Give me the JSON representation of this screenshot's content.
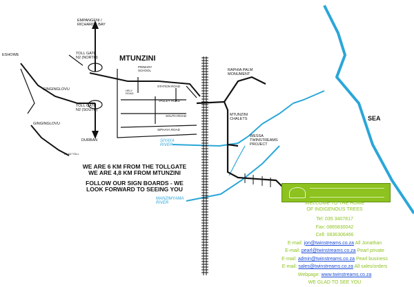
{
  "labels": {
    "empangeni": "EMPANGENI /\nRICHARDS BAY",
    "eshowe": "ESHOWE",
    "toll_north": "TOLL GATE\nN2 (NORTH)",
    "toll_south": "TOLL GATE\nN2 (SOUTH)",
    "gingindlovu_1": "GINGINGLOVU",
    "gingindlovu_2": "GINGINGLOVU",
    "durban": "DURBAN",
    "to_n2": "TO N2 TOLL",
    "mtunzini": "MTUNZINI",
    "primary_school": "PRIMARY\nSCHOOL",
    "station_road": "STATION ROAD",
    "valley_road": "VALLEY ROAD",
    "south_road": "SOUTH ROAD",
    "siphaya_road": "SIPHAYA ROAD",
    "hely_road": "HELY\nROAD",
    "raphia": "RAPHIA PALM\nMONUMENT",
    "chalets": "MTUNZINI\nCHALETS",
    "wessa": "WESSA\nTWINSTREAMS\nPROJECT",
    "sea": "SEA",
    "siyaya_river": "SIYAYA\nRIVER",
    "manzimyama_river": "MANZIMYAMA\nRIVER",
    "notice_1": "WE ARE 6 km FROM THE TOLLGATE\nWE ARE 4,8 km FROM MTUNZINI",
    "notice_2": "FOLLOW OUR SIGN BOARDS - WE\nLOOK FORWARD TO SEEING YOU"
  },
  "info": {
    "welcome": "WELCOME TO THE HOME\nOF INDIGENOUS TREES",
    "tel": "Tel: 035 3407817",
    "fax": "Fax: 0865830042",
    "cell": "Cell: 0836306466",
    "email_1_label": "E-mail:",
    "email_1": "jon@twinstreams.co.za",
    "email_1_note": "All Jonathan",
    "email_2_label": "E-mail:",
    "email_2": "pearl@twinstreams.co.za",
    "email_2_note": "Pearl private",
    "email_3_label": "E-mail:",
    "email_3": "admin@twinstreams.co.za",
    "email_3_note": "Pearl business",
    "email_4_label": "E-mail:",
    "email_4": "sales@twinstreams.co.za",
    "email_4_note": "All sales/orders",
    "web_label": "Webpage:",
    "web": "www.twinstreams.co.za",
    "glad": "WE GLAD TO SEE YOU"
  },
  "colors": {
    "water": "#2aa6d8",
    "brand_green": "#8dc21f",
    "link": "#1a4bd6",
    "road": "#111111"
  }
}
